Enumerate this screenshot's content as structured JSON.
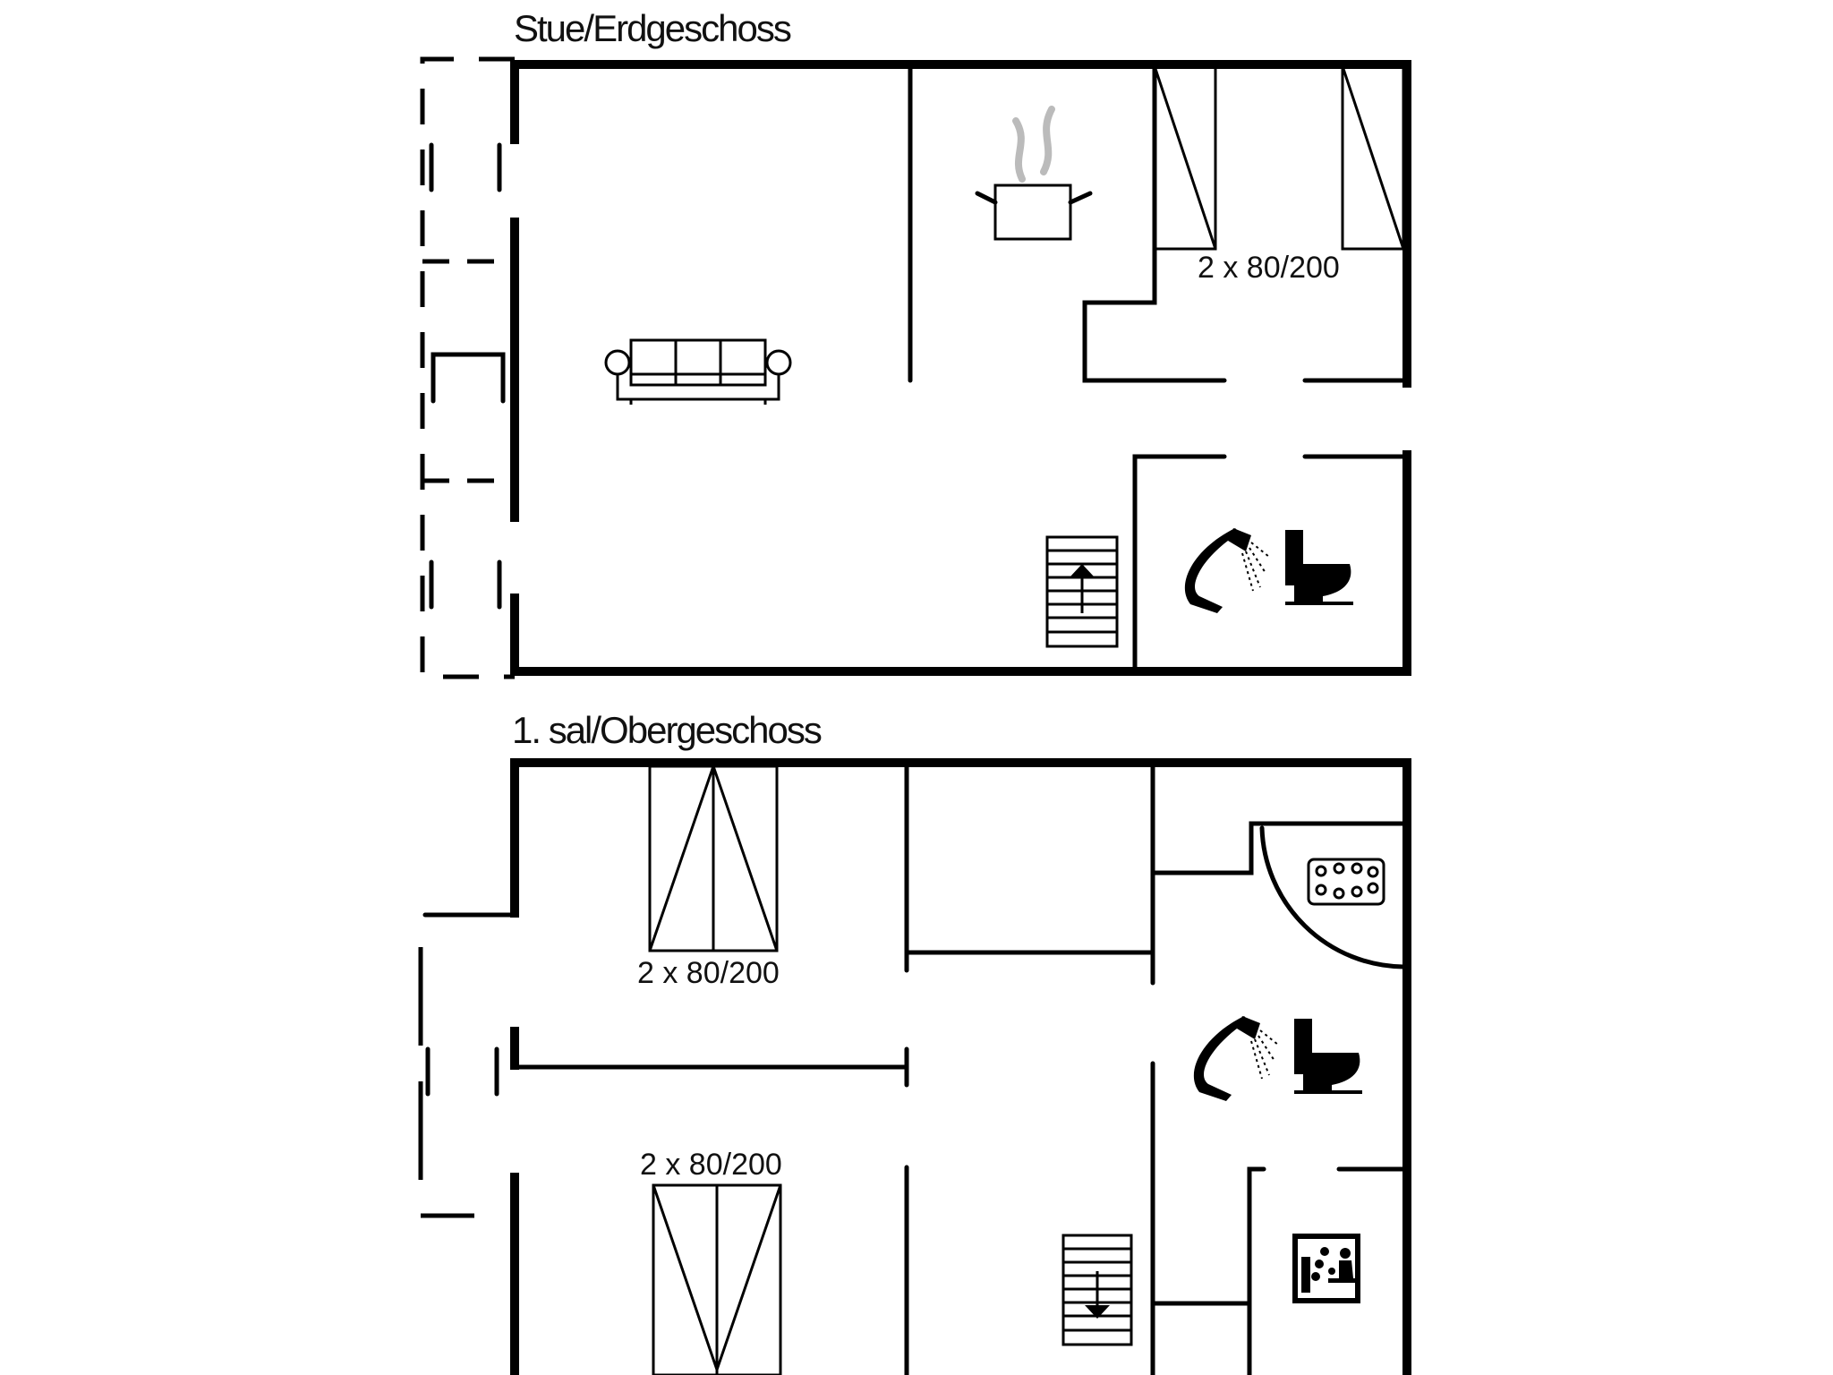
{
  "floors": [
    {
      "id": "ground",
      "title": "Stue/Erdgeschoss",
      "rooms": [
        {
          "name": "living-room",
          "icon": "sofa-icon"
        },
        {
          "name": "kitchen",
          "icon": "cooking-pot-icon"
        },
        {
          "name": "bedroom",
          "icon": "bed-icon",
          "label": "2 x 80/200"
        },
        {
          "name": "bathroom",
          "icons": [
            "shower-icon",
            "toilet-icon"
          ]
        },
        {
          "name": "staircase",
          "icon": "stairs-up-icon"
        },
        {
          "name": "terrace",
          "icon": "terrace-outline"
        }
      ]
    },
    {
      "id": "upper",
      "title": "1. sal/Obergeschoss",
      "rooms": [
        {
          "name": "bedroom-1",
          "icon": "bed-icon",
          "label": "2 x 80/200"
        },
        {
          "name": "bedroom-2",
          "icon": "bed-icon",
          "label": "2 x 80/200"
        },
        {
          "name": "bathroom",
          "icons": [
            "whirlpool-icon",
            "shower-icon",
            "toilet-icon"
          ]
        },
        {
          "name": "sauna",
          "icon": "sauna-icon"
        },
        {
          "name": "staircase",
          "icon": "stairs-down-icon"
        },
        {
          "name": "balcony",
          "icon": "balcony-outline"
        }
      ]
    }
  ],
  "labels": {
    "ground_title": "Stue/Erdgeschoss",
    "upper_title": "1. sal/Obergeschoss",
    "ground_bed": "2 x 80/200",
    "upper_bed_top": "2 x 80/200",
    "upper_bed_bottom": "2 x 80/200"
  },
  "colors": {
    "wall": "#000000",
    "background": "#ffffff",
    "steam": "#bbbbbb"
  }
}
